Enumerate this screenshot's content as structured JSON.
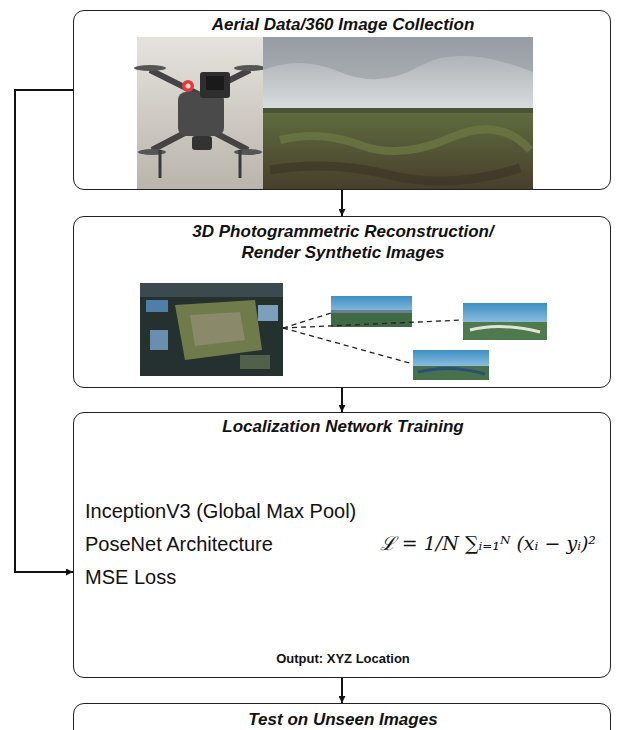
{
  "diagram": {
    "nodes": [
      {
        "text": [
          "Aerial Data/360 Image Collection"
        ]
      },
      {
        "text": [
          "3D Photogrammetric Reconstruction/ Render Synthetic Images"
        ]
      },
      {
        "text": [
          "Localization Network Training",
          "InceptionV3 (Global Max Pool)",
          "PoseNet Architecture",
          "MSE Loss",
          "ℒ = 1/N ∑ᵢ₌₁ᴺ (xᵢ − yᵢ)²",
          "Output: XYZ Location"
        ]
      },
      {
        "text": [
          "Test on Unseen Images"
        ]
      }
    ],
    "edges": [
      {
        "from": 0,
        "to": 1,
        "arrow": "to"
      },
      {
        "from": 1,
        "to": 2,
        "arrow": "to"
      },
      {
        "from": 2,
        "to": 3,
        "arrow": "to"
      },
      {
        "from": 0,
        "to": 2,
        "arrow": "to"
      }
    ]
  }
}
